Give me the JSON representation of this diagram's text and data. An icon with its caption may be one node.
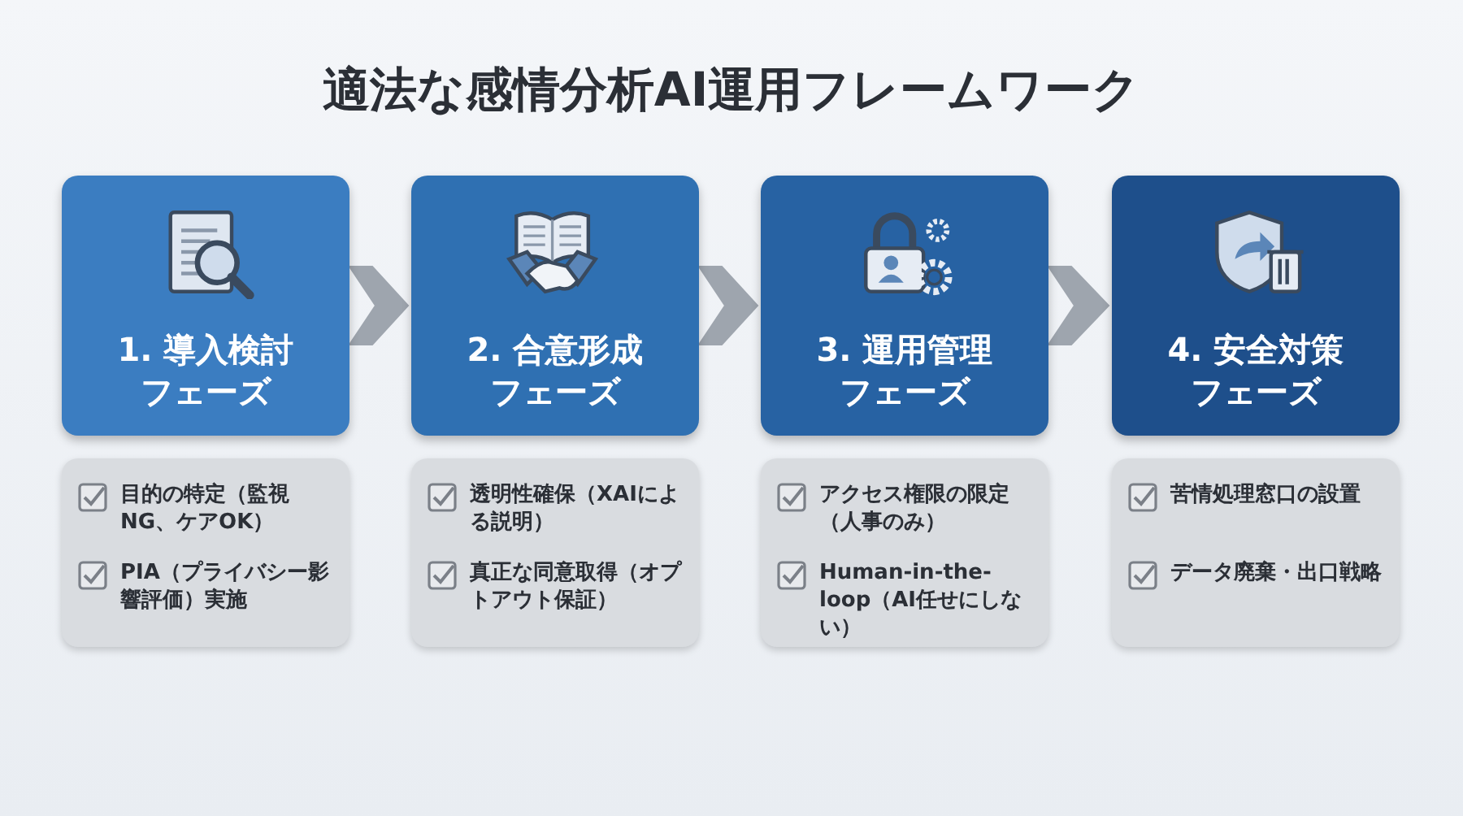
{
  "diagram": {
    "title": "適法な感情分析AI運用フレームワーク",
    "nodes": [
      {
        "text": [
          "1. 導入検討フェーズ"
        ]
      },
      {
        "text": [
          "2. 合意形成フェーズ"
        ]
      },
      {
        "text": [
          "3. 運用管理フェーズ"
        ]
      },
      {
        "text": [
          "4. 安全対策フェーズ"
        ]
      },
      {
        "text": [
          "目的の特定（監視NG、ケアOK）",
          "PIA（プライバシー影響評価）実施"
        ]
      },
      {
        "text": [
          "透明性確保（XAIによる説明）",
          "真正な同意取得（オプトアウト保証）"
        ]
      },
      {
        "text": [
          "アクセス権限の限定（人事のみ）",
          "Human-in-the-loop（AI任せにしない）"
        ]
      },
      {
        "text": [
          "苦情処理窓口の設置",
          "データ廃棄・出口戦略"
        ]
      }
    ],
    "edges": [
      {
        "from": 0,
        "to": 1,
        "arrow": "to"
      },
      {
        "from": 1,
        "to": 2,
        "arrow": "to"
      },
      {
        "from": 2,
        "to": 3,
        "arrow": "to"
      }
    ]
  }
}
